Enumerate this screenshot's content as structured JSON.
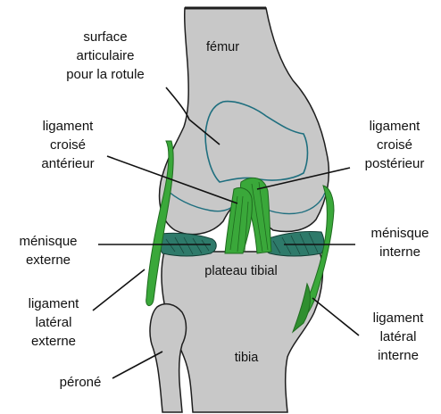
{
  "labels": {
    "femur": "fémur",
    "surface_articulaire": [
      "surface",
      "articulaire",
      "pour la rotule"
    ],
    "ligament_croise_anterieur": [
      "ligament",
      "croisé",
      "antérieur"
    ],
    "ligament_croise_posterieur": [
      "ligament",
      "croisé",
      "postérieur"
    ],
    "menisque_externe": [
      "ménisque",
      "externe"
    ],
    "menisque_interne": [
      "ménisque",
      "interne"
    ],
    "plateau_tibial": "plateau tibial",
    "ligament_lateral_externe": [
      "ligament",
      "latéral",
      "externe"
    ],
    "ligament_lateral_interne": [
      "ligament",
      "latéral",
      "interne"
    ],
    "tibia": "tibia",
    "perone": "péroné"
  },
  "colors": {
    "bone": "#c8c8c8",
    "bone_outline": "#1e1e1e",
    "ligament": "#3aa83a",
    "ligament_dark": "#1f6b1f",
    "meniscus": "#2e7a6a",
    "cartilage_line": "#1f6f7f",
    "text": "#111111",
    "background": "#ffffff"
  }
}
